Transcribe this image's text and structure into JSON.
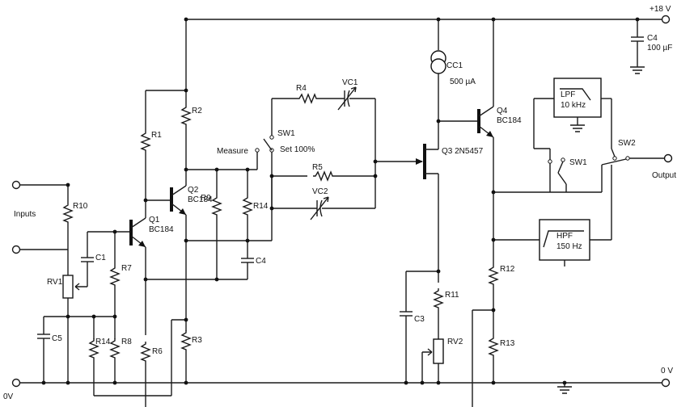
{
  "rails": {
    "top_voltage": "+18 V",
    "bottom_voltage_right": "0 V",
    "bottom_voltage_left": "0V"
  },
  "labels": {
    "inputs": "Inputs",
    "output": "Output",
    "measure": "Measure",
    "set100": "Set 100%"
  },
  "resistors": {
    "r1": "R1",
    "r2": "R2",
    "r3": "R3",
    "r4": "R4",
    "r5": "R5",
    "r6": "R6",
    "r7": "R7",
    "r8": "R8",
    "r9": "R9",
    "r10": "R10",
    "r11": "R11",
    "r12": "R12",
    "r13": "R13",
    "r14a": "R14",
    "r14b": "R14"
  },
  "caps": {
    "c1": "C1",
    "c3": "C3",
    "c4a": "C4",
    "c4b": "C4",
    "c4b_value": "100 µF",
    "c5": "C5",
    "vc1": "VC1",
    "vc2": "VC2"
  },
  "pots": {
    "rv1": "RV1",
    "rv2": "RV2"
  },
  "transistors": {
    "q1": "Q1",
    "q1_type": "BC184",
    "q2": "Q2",
    "q2_type": "BC184",
    "q3": "Q3 2N5457",
    "q4": "Q4",
    "q4_type": "BC184"
  },
  "current_source": {
    "name": "CC1",
    "value": "500 µA"
  },
  "switches": {
    "sw1a": "SW1",
    "sw1b": "SW1",
    "sw2": "SW2"
  },
  "filters": {
    "lpf": {
      "name": "LPF",
      "freq": "10 kHz"
    },
    "hpf": {
      "name": "HPF",
      "freq": "150 Hz"
    }
  }
}
